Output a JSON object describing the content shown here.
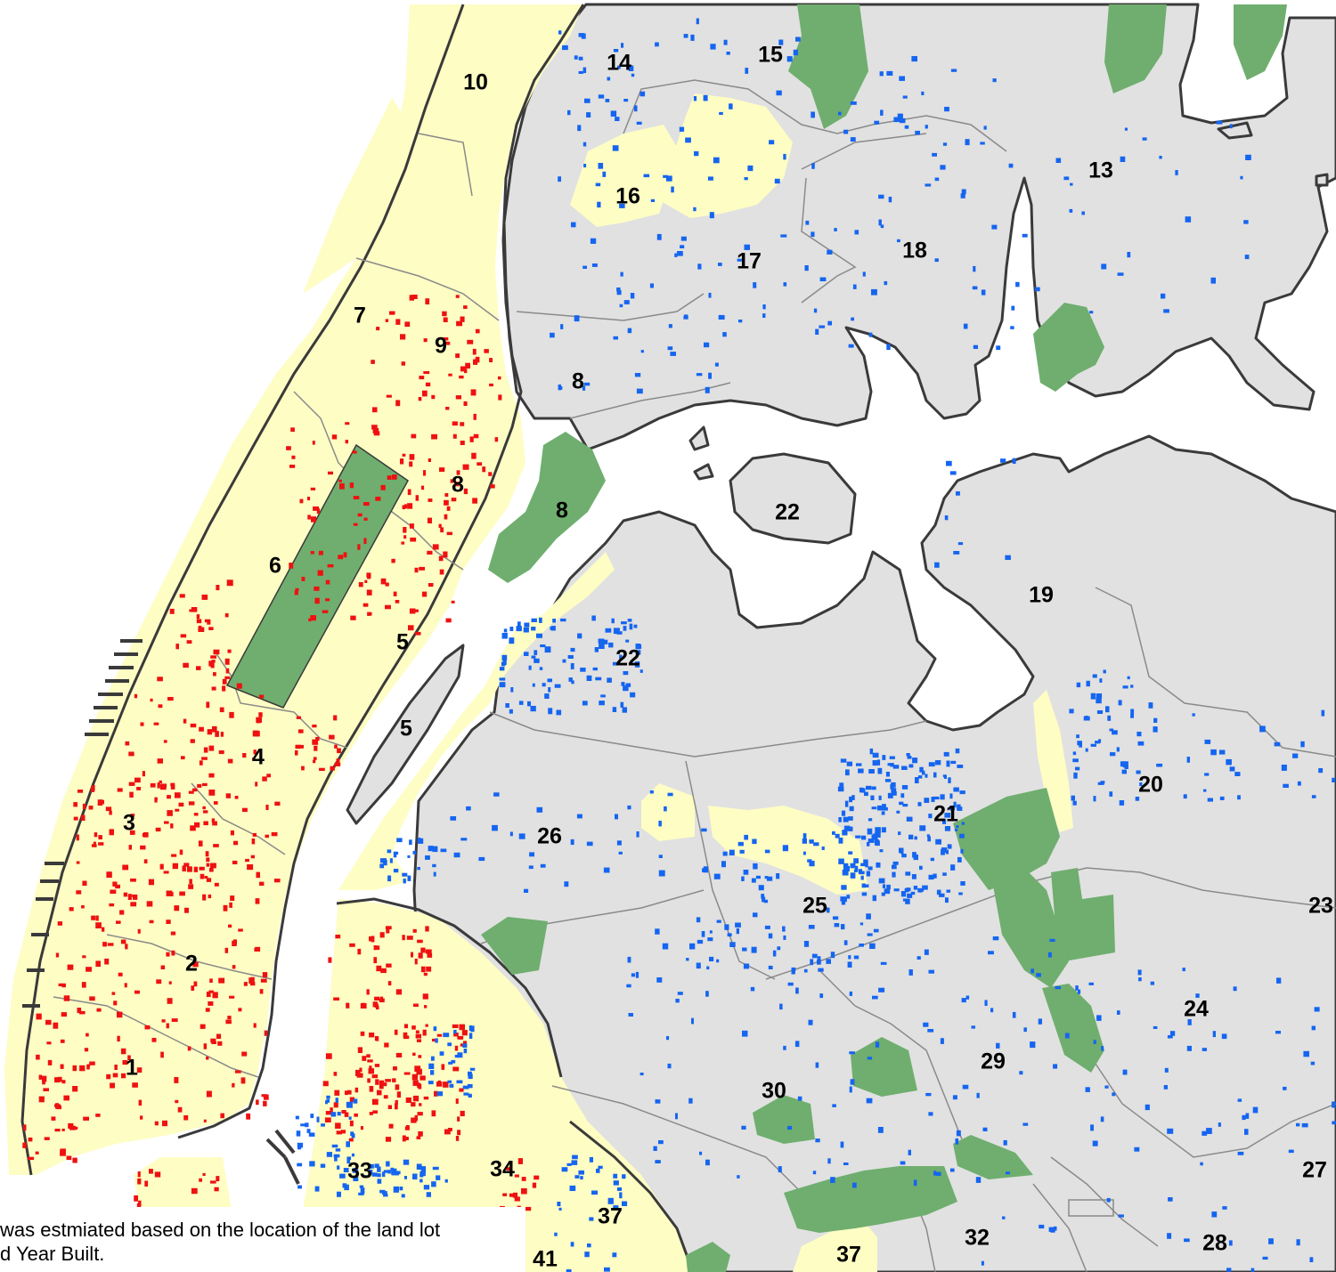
{
  "map": {
    "legend_note": {
      "line1": "was estmiated based on the location of the land lot",
      "line2": "d Year Built."
    },
    "colors": {
      "water": "#ffffff",
      "land_gray": "#e1e1e1",
      "district_yellow": "#fefdc4",
      "park_green": "#6fae6f",
      "shoreline": "#3a3a3a",
      "district_border": "#8a8a8a",
      "dot_red": "#ee1111",
      "dot_blue": "#1565f0"
    },
    "district_labels": [
      "10",
      "14",
      "15",
      "16",
      "13",
      "17",
      "18",
      "7",
      "9",
      "8",
      "8",
      "8",
      "22",
      "6",
      "19",
      "5",
      "22",
      "5",
      "4",
      "20",
      "21",
      "3",
      "26",
      "25",
      "23",
      "2",
      "24",
      "1",
      "29",
      "30",
      "27",
      "33",
      "34",
      "37",
      "32",
      "28",
      "37",
      "41"
    ]
  }
}
